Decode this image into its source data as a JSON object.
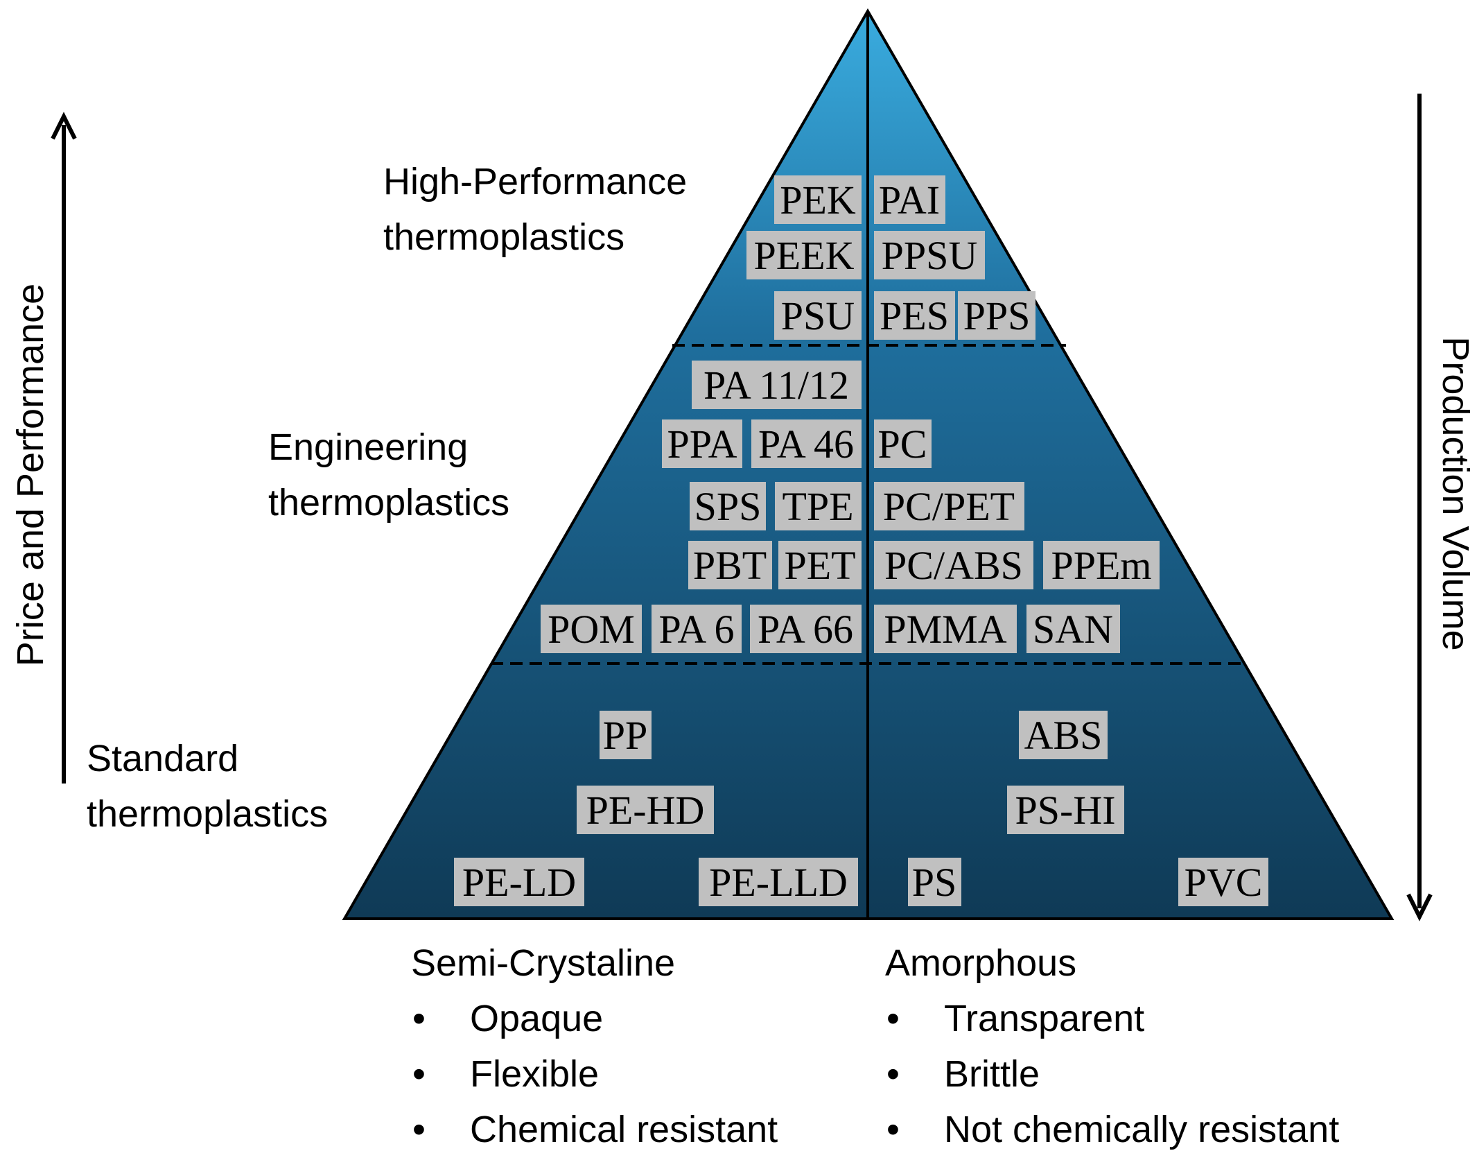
{
  "axes": {
    "left_label": "Price and Performance",
    "right_label": "Production Volume"
  },
  "tiers": {
    "high": {
      "line1": "High-Performance",
      "line2": "thermoplastics"
    },
    "engineering": {
      "line1": "Engineering",
      "line2": "thermoplastics"
    },
    "standard": {
      "line1": "Standard",
      "line2": "thermoplastics"
    }
  },
  "polymers": {
    "pek": "PEK",
    "pai": "PAI",
    "peek": "PEEK",
    "ppsu": "PPSU",
    "psu": "PSU",
    "pes": "PES",
    "pps": "PPS",
    "pa1112": "PA 11/12",
    "ppa": "PPA",
    "pa46": "PA 46",
    "pc": "PC",
    "sps": "SPS",
    "tpe": "TPE",
    "pcpet": "PC/PET",
    "pbt": "PBT",
    "pet": "PET",
    "pcabs": "PC/ABS",
    "ppem": "PPEm",
    "pom": "POM",
    "pa6": "PA 6",
    "pa66": "PA 66",
    "pmma": "PMMA",
    "san": "SAN",
    "pp": "PP",
    "abs": "ABS",
    "pehd": "PE-HD",
    "pshi": "PS-HI",
    "peld": "PE-LD",
    "pelld": "PE-LLD",
    "ps": "PS",
    "pvc": "PVC"
  },
  "legend": {
    "semi": {
      "title": "Semi-Crystaline",
      "items": [
        "Opaque",
        "Flexible",
        "Chemical resistant"
      ]
    },
    "amorphous": {
      "title": "Amorphous",
      "items": [
        "Transparent",
        "Brittle",
        "Not chemically resistant"
      ]
    },
    "bullet": "•"
  },
  "colors": {
    "apex": "#3aacdf",
    "base": "#0f3a56",
    "label_box": "#c0c0c0"
  }
}
